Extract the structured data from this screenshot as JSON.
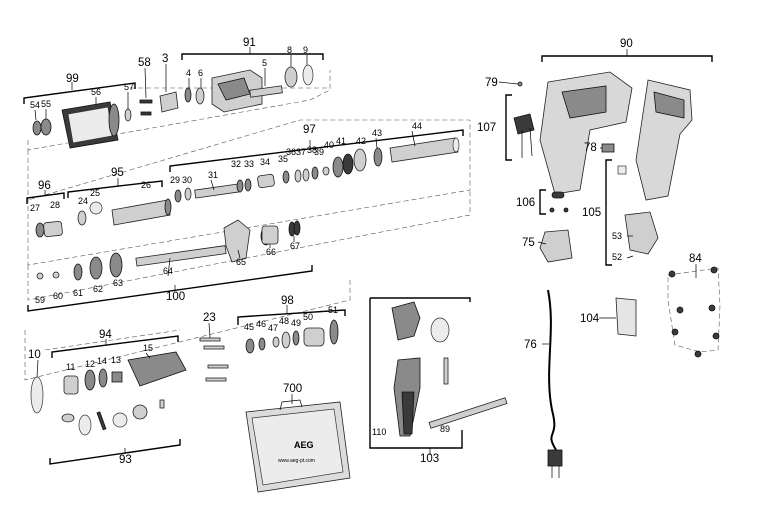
{
  "parts": {
    "p99": "99",
    "p54": "54",
    "p55": "55",
    "p56": "56",
    "p57": "57",
    "p58": "58",
    "p3": "3",
    "p91": "91",
    "p4": "4",
    "p6": "6",
    "p5": "5",
    "p8": "8",
    "p9": "9",
    "p97": "97",
    "p95": "95",
    "p96": "96",
    "p27": "27",
    "p28": "28",
    "p24": "24",
    "p25": "25",
    "p26": "26",
    "p29": "29",
    "p30": "30",
    "p31": "31",
    "p32": "32",
    "p33": "33",
    "p34": "34",
    "p35": "35",
    "p36": "36",
    "p37": "37",
    "p38": "38",
    "p39": "39",
    "p40": "40",
    "p41": "41",
    "p42": "42",
    "p43": "43",
    "p44": "44",
    "p64": "64",
    "p65": "65",
    "p66": "66",
    "p67": "67",
    "p59": "59",
    "p60": "60",
    "p61": "61",
    "p62": "62",
    "p63": "63",
    "p100": "100",
    "p23": "23",
    "p98": "98",
    "p45": "45",
    "p46": "46",
    "p47": "47",
    "p48": "48",
    "p49": "49",
    "p50": "50",
    "p51": "51",
    "p10": "10",
    "p94": "94",
    "p11": "11",
    "p12": "12",
    "p14": "14",
    "p13": "13",
    "p15": "15",
    "p93": "93",
    "p700": "700",
    "p90": "90",
    "p79": "79",
    "p107": "107",
    "p78": "78",
    "p106": "106",
    "p105": "105",
    "p53": "53",
    "p52": "52",
    "p75": "75",
    "p84": "84",
    "p104": "104",
    "p76": "76",
    "p110": "110",
    "p89": "89",
    "p103": "103"
  },
  "case": {
    "brand": "AEG",
    "url": "www.aeg-pt.com"
  }
}
